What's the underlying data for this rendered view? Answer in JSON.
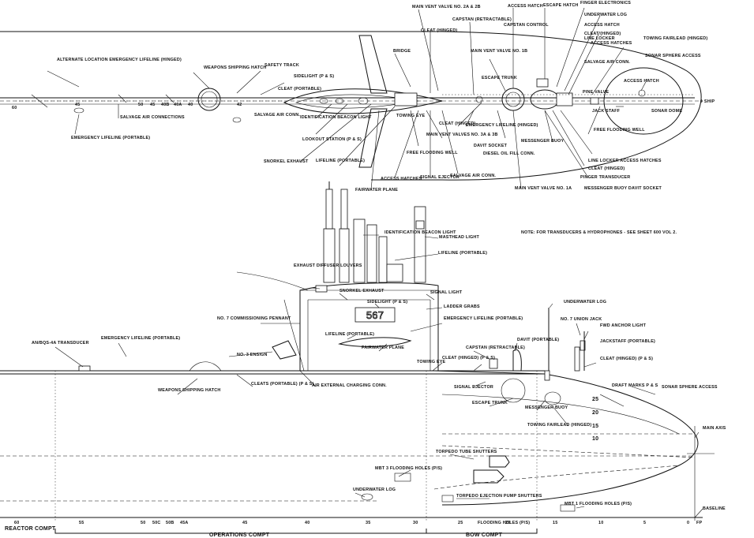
{
  "plan_view": {
    "callouts": [
      "ALTERNATE LOCATION EMERGENCY LIFELINE (HINGED)",
      "WEAPONS SHIPPING HATCH",
      "SAFETY TRACK",
      "SIDELIGHT (P & S)",
      "CLEAT (PORTABLE)",
      "SALVAGE AIR CONNECTIONS",
      "SALVAGE AIR CONN.",
      "EMERGENCY LIFELINE (PORTABLE)",
      "BRIDGE",
      "MAIN VENT VALVE NO. 2A & 2B",
      "CLEAT (HINGED)",
      "CAPSTAN (RETRACTABLE)",
      "CAPSTAN CONTROL",
      "ACCESS HATCH",
      "ESCAPE HATCH",
      "FINGER ELECTRONICS",
      "UNDERWATER LOG",
      "ACCESS HATCH",
      "CLEAT (HINGED)",
      "LINE LOCKER",
      "ACCESS HATCHES",
      "TOWING FAIRLEAD (HINGED)",
      "SONAR SPHERE ACCESS",
      "SALVAGE AIR CONN.",
      "ACCESS HATCH",
      "MAIN VENT VALVE NO. 1B",
      "ESCAPE TRUNK",
      "PINE VALVE",
      "JACK STAFF",
      "FREE FLOODING WELL",
      "SONAR DOME",
      "IDENTIFICATION BEACON LIGHT",
      "LOOKOUT STATION (P & S)",
      "SNORKEL EXHAUST",
      "LIFELINE (PORTABLE)",
      "FAIRWATER PLANE",
      "ACCESS HATCHES",
      "SIGNAL EJECTOR",
      "SALVAGE AIR CONN.",
      "FREE FLOODING WELL",
      "MAIN VENT VALVES NO. 3A & 3B",
      "TOWING EYE",
      "CLEAT (HINGED)",
      "EMERGENCY LIFELINE (HINGED)",
      "DAVIT SOCKET",
      "DIESEL OIL FILL CONN.",
      "MESSENGER BUOY",
      "LINE LOCKER ACCESS HATCHES",
      "CLEAT (HINGED)",
      "PINGER TRANSDUCER",
      "MESSENGER BUOY DAVIT SOCKET",
      "MAIN VENT VALVE NO. 1A"
    ],
    "frames": [
      "60",
      "45",
      "50",
      "45",
      "40B",
      "40A",
      "40",
      "42"
    ],
    "ship_label": "¢ SHIP"
  },
  "note": "NOTE: FOR TRANSDUCERS & HYDROPHONES - SEE SHEET 600 VOL 2.",
  "profile_view": {
    "callouts": [
      "IDENTIFICATION BEACON LIGHT",
      "MASTHEAD LIGHT",
      "LIFELINE (PORTABLE)",
      "EXHAUST DIFFUSER LOUVERS",
      "SNORKEL EXHAUST",
      "SIDELIGHT (P & S)",
      "SIGNAL LIGHT",
      "NO. 7 COMMISSIONING PENNANT",
      "LADDER GRABS",
      "EMERGENCY LIFELINE (PORTABLE)",
      "LIFELINE (PORTABLE)",
      "FAIRWATER PLANE",
      "AN/BQS-4A TRANSDUCER",
      "EMERGENCY LIFELINE (PORTABLE)",
      "NO. 3 ENSIGN",
      "CAPSTAN (RETRACTABLE)",
      "TOWING EYE",
      "CLEAT (HINGED) (P & S)",
      "DAVIT (PORTABLE)",
      "UNDERWATER LOG",
      "NO. 7 UNION JACK",
      "FWD ANCHOR LIGHT",
      "JACKSTAFF (PORTABLE)",
      "CLEAT (HINGED) (P & S)",
      "AIR EXTERNAL CHARGING CONN.",
      "CLEATS (PORTABLE) (P & S)",
      "WEAPONS SHIPPING HATCH",
      "SIGNAL EJECTOR",
      "ESCAPE TRUNK",
      "MESSENGER BUOY",
      "TOWING FAIRLEAD (HINGED)",
      "DRAFT MARKS P & S",
      "SONAR SPHERE ACCESS",
      "MAIN AXIS",
      "TORPEDO TUBE SHUTTERS",
      "MBT 3 FLOODING HOLES (P/S)",
      "UNDERWATER LOG",
      "TORPEDO EJECTION PUMP SHUTTERS",
      "MBT 1 FLOODING HOLES (P/S)",
      "BASELINE",
      "FLOODING HOLES (P/S)"
    ],
    "sail_marking": "567",
    "draft_marks": [
      "25",
      "20",
      "15",
      "10"
    ],
    "frames": [
      "60",
      "55",
      "50",
      "50C",
      "50B",
      "45A",
      "45",
      "40",
      "35",
      "30",
      "25",
      "20",
      "15",
      "10",
      "5",
      "0",
      "FP"
    ],
    "compartments": [
      "REACTOR COMPT",
      "OPERATIONS COMPT",
      "BOW COMPT"
    ]
  }
}
